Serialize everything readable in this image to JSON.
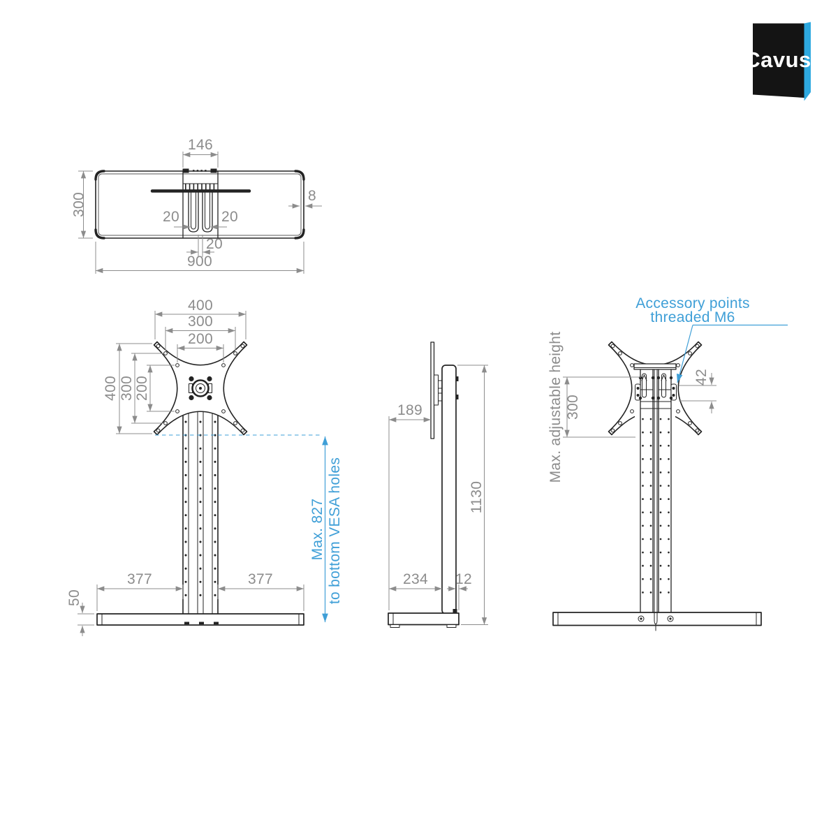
{
  "colors": {
    "line": "#232323",
    "dim": "#8c8c8c",
    "accent": "#3f9fd7",
    "logo_black": "#141414",
    "logo_blue": "#2ea9e0"
  },
  "logo": {
    "brand": "Cavus"
  },
  "top_view": {
    "total_width": "900",
    "total_depth": "300",
    "column_width": "146",
    "wall_thickness": "8",
    "rail_width_left": "20",
    "rail_width_right": "20",
    "rail_gap": "20"
  },
  "front_view": {
    "vesa_width_max": "400",
    "vesa_width_mid": "300",
    "vesa_width_min": "200",
    "vesa_height_max": "400",
    "vesa_height_mid": "300",
    "vesa_height_min": "200",
    "base_left": "377",
    "base_right": "377",
    "base_thickness": "50"
  },
  "height_note": {
    "value": "Max. 827",
    "caption": "to bottom VESA holes"
  },
  "side_view": {
    "screen_offset": "189",
    "base_depth": "234",
    "column_setback": "12",
    "total_height": "1130"
  },
  "back_view": {
    "adjustment_range": "300",
    "adjustment_caption": "Max. adjustable height",
    "accessory_pitch": "42",
    "accessory_note_1": "Accessory points",
    "accessory_note_2": "threaded M6"
  }
}
